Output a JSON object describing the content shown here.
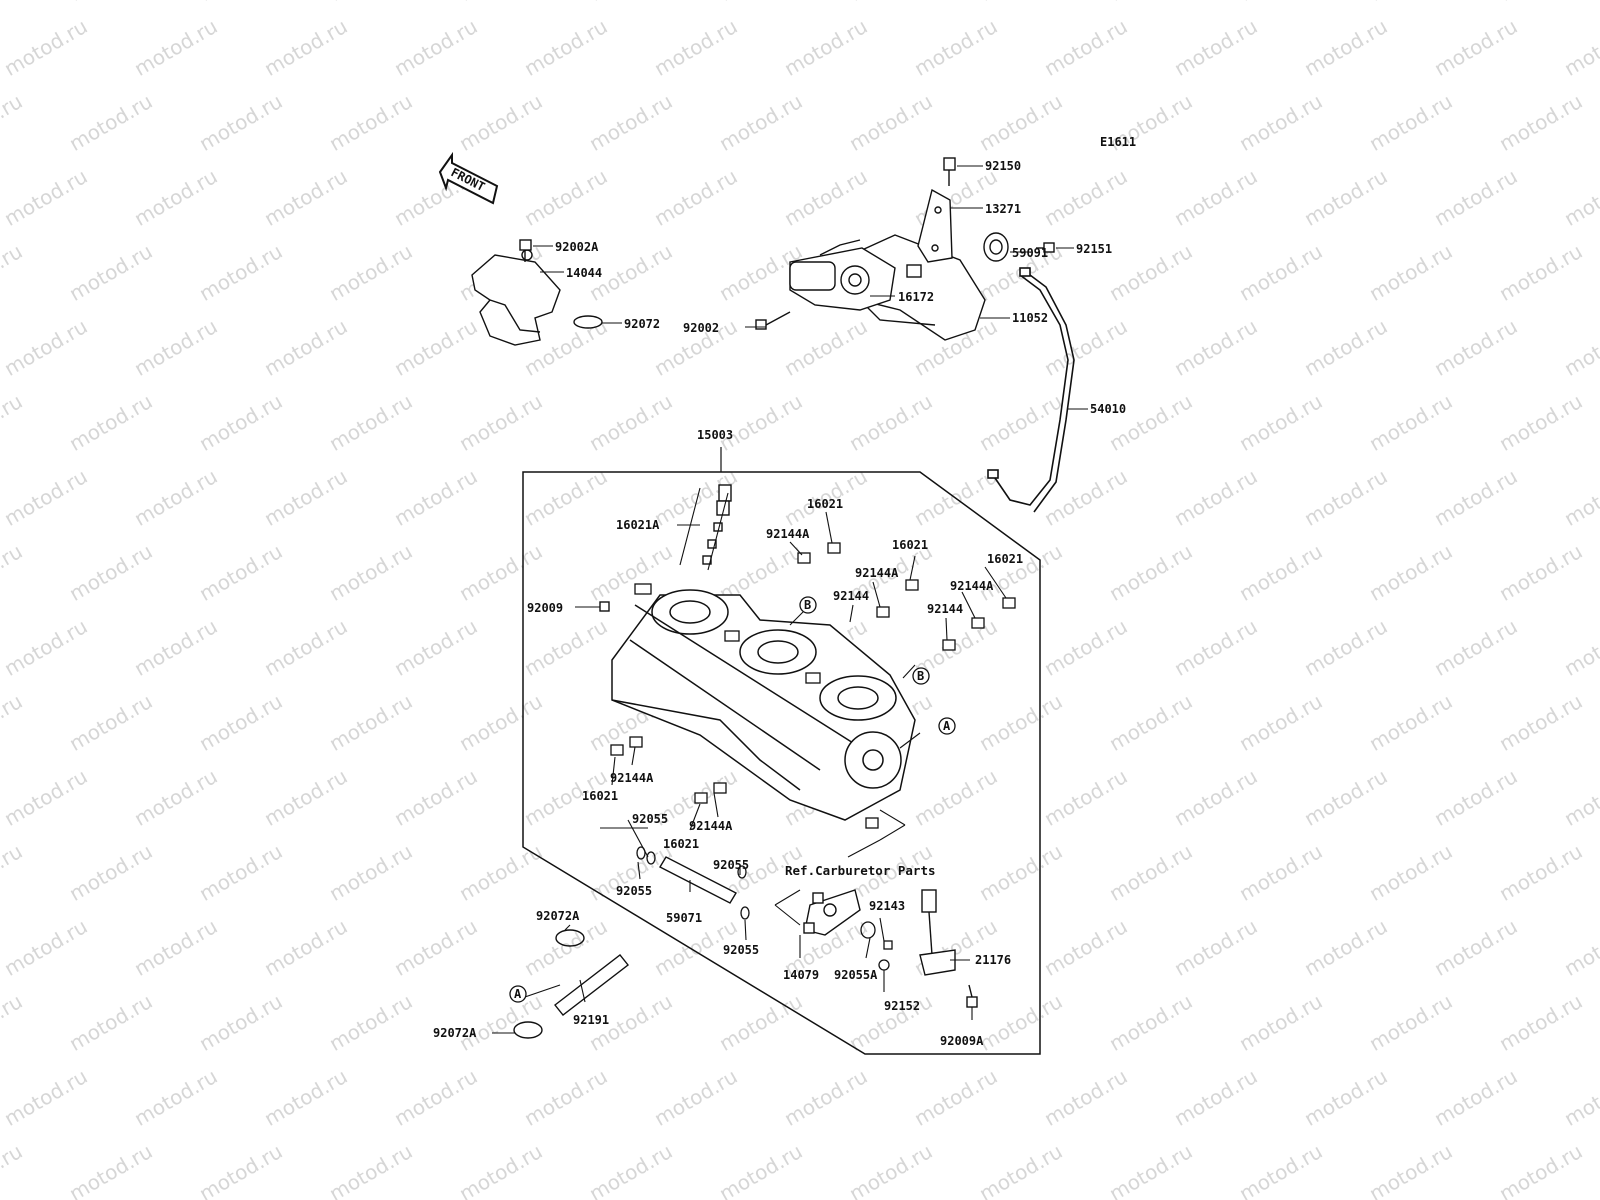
{
  "watermark": "motod.ru",
  "diagram_code": "E1611",
  "front_label": "FRONT",
  "reference_note": "Ref.Carburetor Parts",
  "callouts": [
    "A",
    "B"
  ],
  "part_labels": {
    "p92150": "92150",
    "p13271": "13271",
    "p92151": "92151",
    "p59091": "59091",
    "p11052": "11052",
    "p92002": "92002",
    "p16172": "16172",
    "p54010": "54010",
    "p92002A": "92002A",
    "p14044": "14044",
    "p92072": "92072",
    "p15003": "15003",
    "p16021A": "16021A",
    "p92144A_1": "92144A",
    "p16021_1": "16021",
    "p16021_2": "16021",
    "p92144A_2": "92144A",
    "p16021_3": "16021",
    "p92144A_3": "92144A",
    "p92144_1": "92144",
    "p92144_2": "92144",
    "p92009": "92009",
    "p92144A_4": "92144A",
    "p16021_4": "16021",
    "p92055_1": "92055",
    "p92144A_5": "92144A",
    "p16021_5": "16021",
    "p92055_2": "92055",
    "p92055_3": "92055",
    "p59071": "59071",
    "p92055_4": "92055",
    "p92072A_1": "92072A",
    "p92191": "92191",
    "p92072A_2": "92072A",
    "p14079": "14079",
    "p92055A": "92055A",
    "p92143": "92143",
    "p21176": "21176",
    "p92152": "92152",
    "p92009A": "92009A"
  }
}
